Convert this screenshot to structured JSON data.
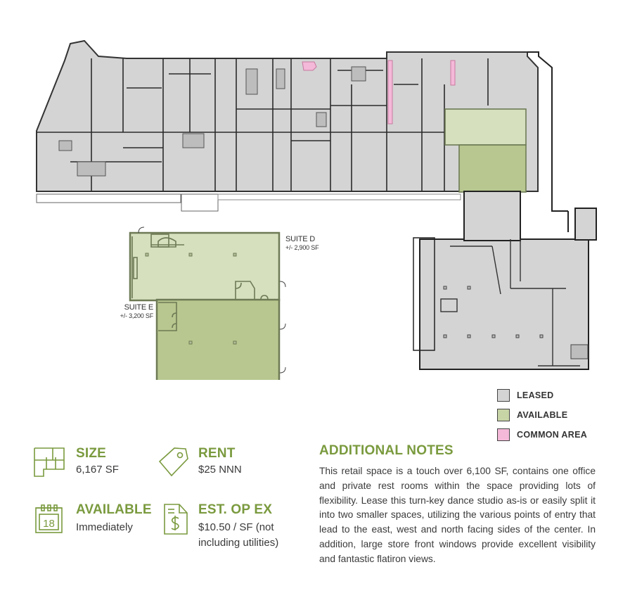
{
  "colors": {
    "leased": "#d4d4d4",
    "available_suite_d": "#d6e0bf",
    "available_suite_e": "#b8c78f",
    "common_area": "#f4b8d8",
    "wall": "#333333",
    "accent_green": "#7a9a3e",
    "icon_green": "#7a9a3e"
  },
  "site_plan": {
    "suites": [
      {
        "name": "SUITE D",
        "area": "+/- 2,900 SF"
      },
      {
        "name": "SUITE E",
        "area": "+/- 3,200 SF"
      }
    ]
  },
  "legend": {
    "items": [
      {
        "label": "LEASED",
        "color": "#d4d4d4"
      },
      {
        "label": "AVAILABLE",
        "color": "#c7d4a6"
      },
      {
        "label": "COMMON AREA",
        "color": "#f4b8d8"
      }
    ]
  },
  "stats": {
    "size": {
      "icon": "floorplan-icon",
      "title": "SIZE",
      "value": "6,167 SF"
    },
    "rent": {
      "icon": "price-tag-icon",
      "title": "RENT",
      "value": "$25 NNN"
    },
    "available": {
      "icon": "calendar-icon",
      "calendar_day": "18",
      "title": "AVAILABLE",
      "value": "Immediately"
    },
    "opex": {
      "icon": "invoice-dollar-icon",
      "title": "EST. OP EX",
      "value_line1": "$10.50 / SF (not",
      "value_line2": "including utilities)"
    }
  },
  "notes": {
    "title": "ADDITIONAL NOTES",
    "body": "This retail space is a touch over 6,100 SF, contains one office and private rest rooms within the space providing lots of flexibility. Lease this turn-key dance studio as-is or easily split it into two smaller spaces, utilizing the various points of entry that lead to the east, west and north facing sides of the center. In addition, large store front windows provide excellent visibility and fantastic flatiron views."
  }
}
